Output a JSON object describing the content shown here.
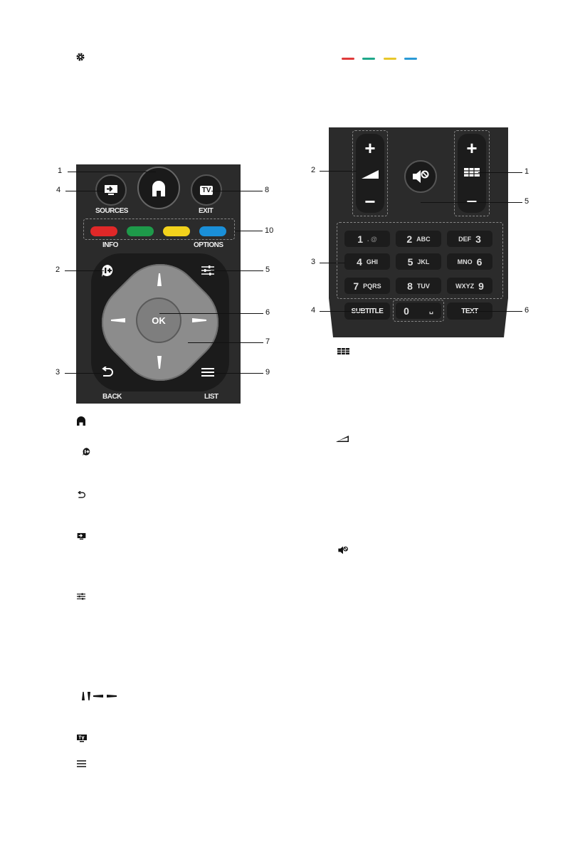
{
  "header": {
    "color_bar_colors": [
      "#e03a3a",
      "#1fa88a",
      "#e8c72a",
      "#2a9ad6"
    ]
  },
  "left_remote": {
    "labels": {
      "sources": "SOURCES",
      "exit": "EXIT",
      "info": "INFO",
      "options": "OPTIONS",
      "ok": "OK",
      "back": "BACK",
      "list": "LIST",
      "tv": "TV"
    },
    "color_buttons": [
      "#e02828",
      "#1e9a4a",
      "#f2d21c",
      "#1a8fd8"
    ],
    "callouts": {
      "c1": "1",
      "c4": "4",
      "c8": "8",
      "c10": "10",
      "c2": "2",
      "c5": "5",
      "c6": "6",
      "c7": "7",
      "c3": "3",
      "c9": "9"
    }
  },
  "right_remote": {
    "keys": [
      {
        "num": "1",
        "sub": ". @"
      },
      {
        "num": "2",
        "sub": "ABC"
      },
      {
        "num": "3",
        "sub": "DEF"
      },
      {
        "num": "4",
        "sub": "GHI"
      },
      {
        "num": "5",
        "sub": "JKL"
      },
      {
        "num": "6",
        "sub": "MNO"
      },
      {
        "num": "7",
        "sub": "PQRS"
      },
      {
        "num": "8",
        "sub": "TUV"
      },
      {
        "num": "9",
        "sub": "WXYZ"
      },
      {
        "num": "0",
        "sub": "␣"
      }
    ],
    "labels": {
      "subtitle": "SUBTITLE",
      "text": "TEXT",
      "plus": "+",
      "minus": "−"
    },
    "callouts": {
      "c2": "2",
      "c1": "1",
      "c5": "5",
      "c3": "3",
      "c4": "4",
      "c6": "6"
    }
  },
  "legend_left": [
    {
      "icon": "home-icon"
    },
    {
      "icon": "info-icon"
    },
    {
      "icon": "back-icon"
    },
    {
      "icon": "sources-icon"
    },
    {
      "icon": "options-icon"
    },
    {
      "icon": "arrow-keys-icon"
    },
    {
      "icon": "tv-icon"
    },
    {
      "icon": "list-icon"
    }
  ],
  "legend_right": [
    {
      "icon": "channel-icon"
    },
    {
      "icon": "volume-icon"
    },
    {
      "icon": "mute-icon"
    }
  ]
}
